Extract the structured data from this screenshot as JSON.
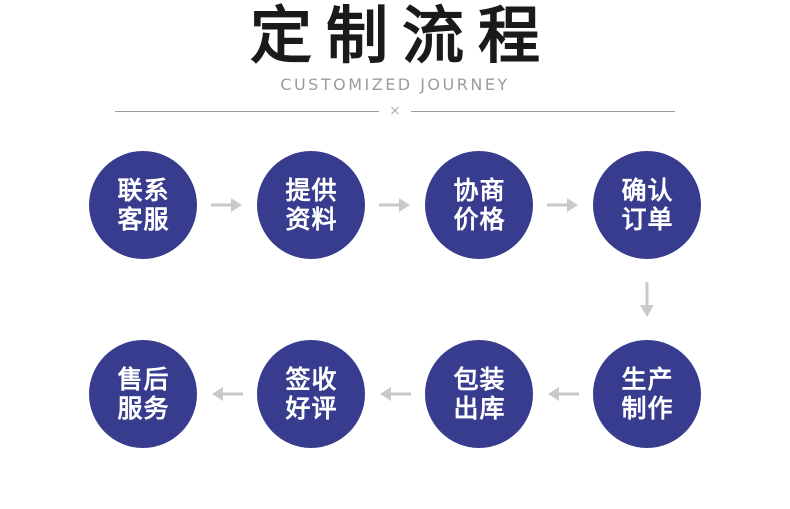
{
  "header": {
    "title": "定制流程",
    "subtitle": "CUSTOMIZED JOURNEY",
    "divider_symbol": "×"
  },
  "colors": {
    "circle_blue": "#373C8F",
    "arrow_gray": "#C9C9C9",
    "title_black": "#1A1A1A",
    "subtitle_gray": "#9B9B9B",
    "divider_gray": "#9E9E9E"
  },
  "flow": {
    "row1": [
      {
        "line1": "联系",
        "line2": "客服"
      },
      {
        "line1": "提供",
        "line2": "资料"
      },
      {
        "line1": "协商",
        "line2": "价格"
      },
      {
        "line1": "确认",
        "line2": "订单"
      }
    ],
    "row2": [
      {
        "line1": "售后",
        "line2": "服务"
      },
      {
        "line1": "签收",
        "line2": "好评"
      },
      {
        "line1": "包装",
        "line2": "出库"
      },
      {
        "line1": "生产",
        "line2": "制作"
      }
    ]
  }
}
